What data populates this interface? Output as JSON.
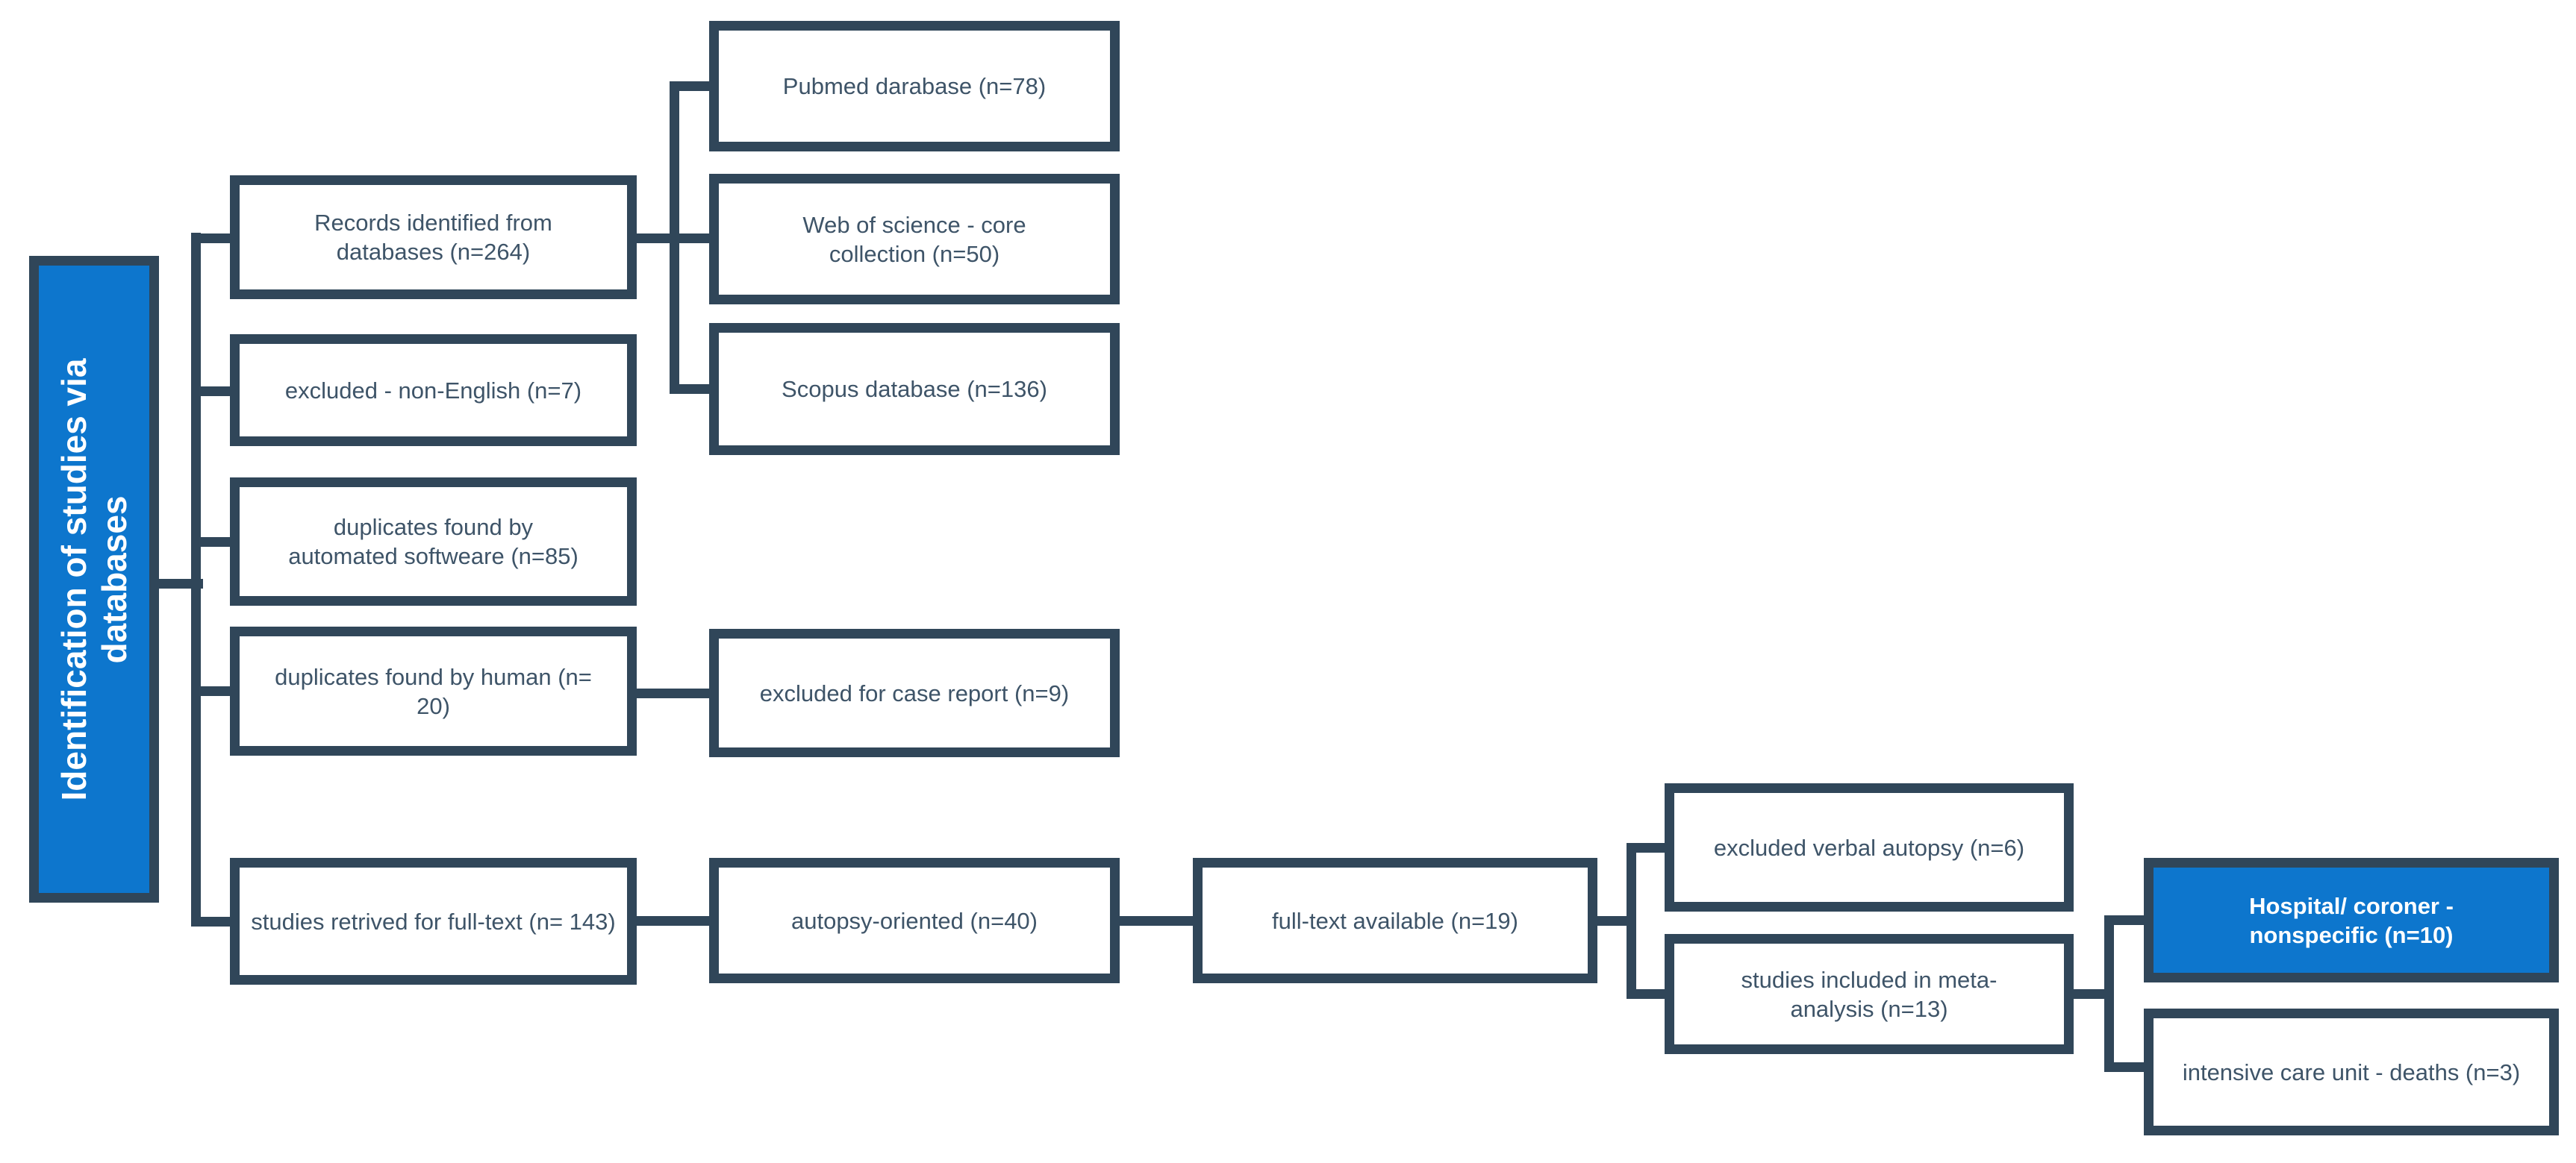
{
  "figure": {
    "type": "prisma-flow-diagram",
    "colors": {
      "accent_blue": "#0D76CD",
      "line_dark": "#304659",
      "text_dark": "#3E5468",
      "text_light": "#FFFFFF"
    },
    "sidebar": {
      "label": "Identification of studies via databases"
    },
    "nodes": {
      "records": {
        "label": "Records identified from databases (n=264)",
        "n": 264
      },
      "pubmed": {
        "label": "Pubmed darabase (n=78)",
        "n": 78
      },
      "web_of_science": {
        "label": "Web of science - core collection (n=50)",
        "n": 50
      },
      "scopus": {
        "label": "Scopus database (n=136)",
        "n": 136
      },
      "excluded_non_english": {
        "label": "excluded - non-English (n=7)",
        "n": 7
      },
      "duplicates_automated": {
        "label": "duplicates found by automated softweare (n=85)",
        "n": 85
      },
      "duplicates_human": {
        "label": "duplicates found by human (n= 20)",
        "n": 20
      },
      "excluded_case_report": {
        "label": "excluded for case report (n=9)",
        "n": 9
      },
      "studies_retrieved": {
        "label": "studies retrived for full-text (n= 143)",
        "n": 143
      },
      "autopsy_oriented": {
        "label": "autopsy-oriented (n=40)",
        "n": 40
      },
      "full_text_available": {
        "label": "full-text available (n=19)",
        "n": 19
      },
      "excluded_verbal_autopsy": {
        "label": "excluded verbal autopsy (n=6)",
        "n": 6
      },
      "meta_analysis": {
        "label": "studies included in meta-analysis (n=13)",
        "n": 13
      },
      "hospital_coroner": {
        "label": "Hospital/ coroner - nonspecific (n=10)",
        "n": 10
      },
      "intensive_care_unit": {
        "label": "intensive care unit - deaths (n=3)",
        "n": 3
      }
    },
    "edges": [
      {
        "from": "sidebar",
        "to": "records"
      },
      {
        "from": "sidebar",
        "to": "excluded_non_english"
      },
      {
        "from": "sidebar",
        "to": "duplicates_automated"
      },
      {
        "from": "sidebar",
        "to": "duplicates_human"
      },
      {
        "from": "sidebar",
        "to": "studies_retrieved"
      },
      {
        "from": "records",
        "to": "pubmed"
      },
      {
        "from": "records",
        "to": "web_of_science"
      },
      {
        "from": "records",
        "to": "scopus"
      },
      {
        "from": "duplicates_human",
        "to": "excluded_case_report"
      },
      {
        "from": "studies_retrieved",
        "to": "autopsy_oriented"
      },
      {
        "from": "autopsy_oriented",
        "to": "full_text_available"
      },
      {
        "from": "full_text_available",
        "to": "excluded_verbal_autopsy"
      },
      {
        "from": "full_text_available",
        "to": "meta_analysis"
      },
      {
        "from": "meta_analysis",
        "to": "hospital_coroner"
      },
      {
        "from": "meta_analysis",
        "to": "intensive_care_unit"
      }
    ]
  }
}
